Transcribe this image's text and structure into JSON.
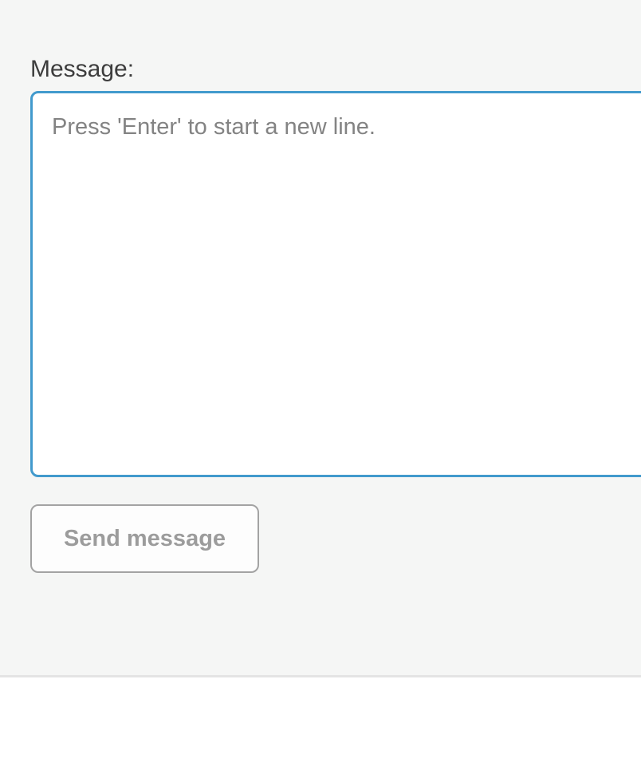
{
  "form": {
    "message_label": "Message:",
    "textarea": {
      "value": "",
      "placeholder": "Press 'Enter' to start a new line."
    },
    "send_button_label": "Send message"
  },
  "colors": {
    "panel_background": "#f5f6f5",
    "divider": "#e4e4e4",
    "textarea_focus_border": "#429acd",
    "label_text": "#3d3d3d",
    "placeholder_text": "#838383",
    "button_text": "#9c9c9c",
    "button_border": "#a3a3a3"
  }
}
